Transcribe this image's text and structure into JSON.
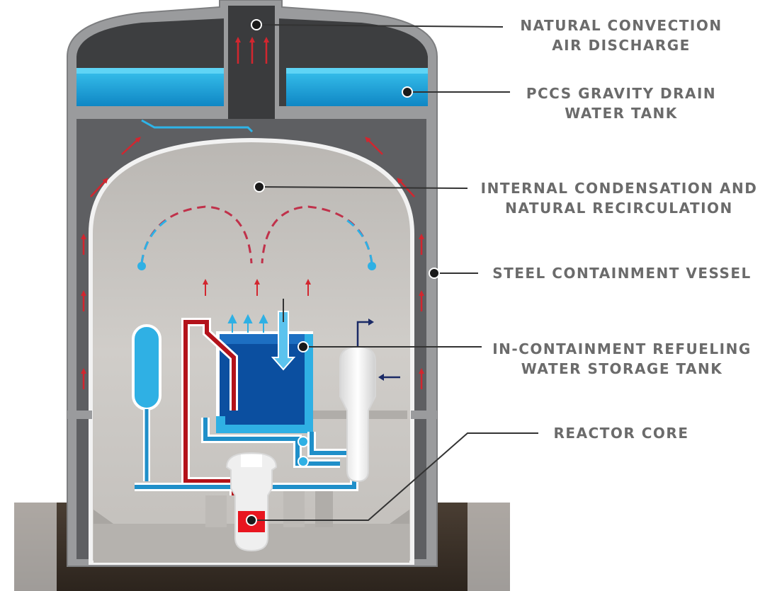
{
  "labels": {
    "air_discharge": {
      "line1": "NATURAL CONVECTION",
      "line2": "AIR DISCHARGE"
    },
    "pccs_tank": {
      "line1": "PCCS GRAVITY DRAIN",
      "line2": "WATER TANK"
    },
    "condensation": {
      "line1": "INTERNAL CONDENSATION AND",
      "line2": "NATURAL RECIRCULATION"
    },
    "steel_vessel": {
      "line1": "STEEL CONTAINMENT VESSEL"
    },
    "irwst": {
      "line1": "IN-CONTAINMENT REFUELING",
      "line2": "WATER STORAGE TANK"
    },
    "reactor_core": {
      "line1": "REACTOR CORE"
    }
  },
  "colors": {
    "concrete": "#9a9b9d",
    "concrete_dark": "#5e5f62",
    "interior": "#c9c6c2",
    "water": "#1fa9dc",
    "water_dark": "#0b4fa0",
    "hot_pipe": "#b3121a",
    "cold_pipe": "#1f8fc9",
    "core": "#e8151f",
    "arrow_red": "#d2262f",
    "leader": "#333333",
    "label_text": "#6b6b6b",
    "soil": "#3a2f26"
  }
}
